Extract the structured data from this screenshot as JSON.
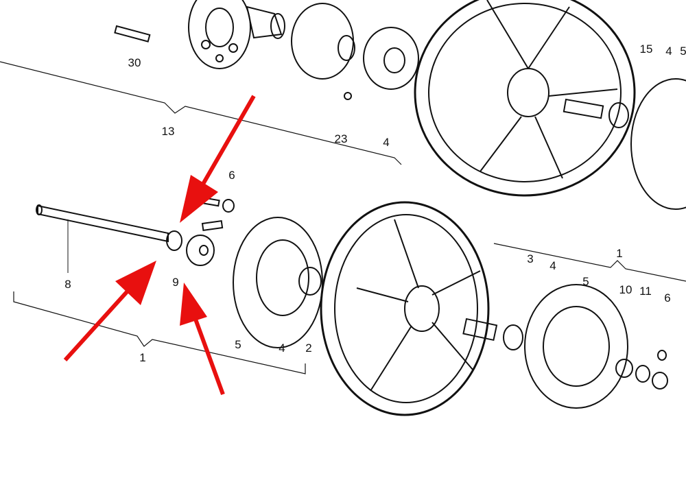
{
  "diagram": {
    "type": "exploded parts diagram - motorcycle wheels",
    "arrow_color": "#e8100f",
    "callouts": [
      {
        "id": "c30",
        "text": "30"
      },
      {
        "id": "c13",
        "text": "13"
      },
      {
        "id": "c23",
        "text": "23"
      },
      {
        "id": "c4a",
        "text": "4"
      },
      {
        "id": "c15",
        "text": "15"
      },
      {
        "id": "c4b",
        "text": "4"
      },
      {
        "id": "c5a",
        "text": "5"
      },
      {
        "id": "c6a",
        "text": "6"
      },
      {
        "id": "c8",
        "text": "8"
      },
      {
        "id": "c9",
        "text": "9"
      },
      {
        "id": "c1a",
        "text": "1"
      },
      {
        "id": "c5b",
        "text": "5"
      },
      {
        "id": "c4c",
        "text": "4"
      },
      {
        "id": "c2",
        "text": "2"
      },
      {
        "id": "c3",
        "text": "3"
      },
      {
        "id": "c4d",
        "text": "4"
      },
      {
        "id": "c5c",
        "text": "5"
      },
      {
        "id": "c1b",
        "text": "1"
      },
      {
        "id": "c10",
        "text": "10"
      },
      {
        "id": "c11",
        "text": "11"
      },
      {
        "id": "c6b",
        "text": "6"
      }
    ]
  }
}
